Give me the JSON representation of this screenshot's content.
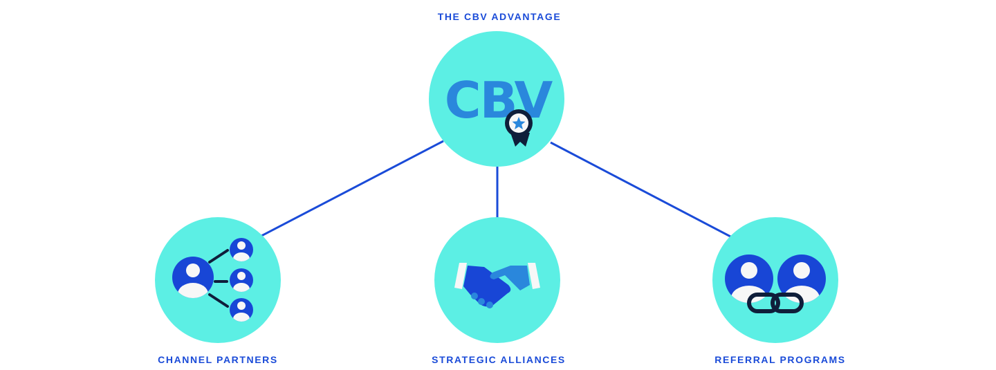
{
  "title": "THE CBV ADVANTAGE",
  "center_logo": "CBV",
  "nodes": [
    {
      "label": "CHANNEL PARTNERS",
      "icon": "network-people-icon"
    },
    {
      "label": "STRATEGIC ALLIANCES",
      "icon": "handshake-icon"
    },
    {
      "label": "REFERRAL PROGRAMS",
      "icon": "linked-people-icon"
    }
  ],
  "colors": {
    "circle": "#5cefe4",
    "accent": "#1a4bd8",
    "dark": "#0f1e3a",
    "light": "#f7f7f7",
    "logo": "#2a87dc"
  }
}
